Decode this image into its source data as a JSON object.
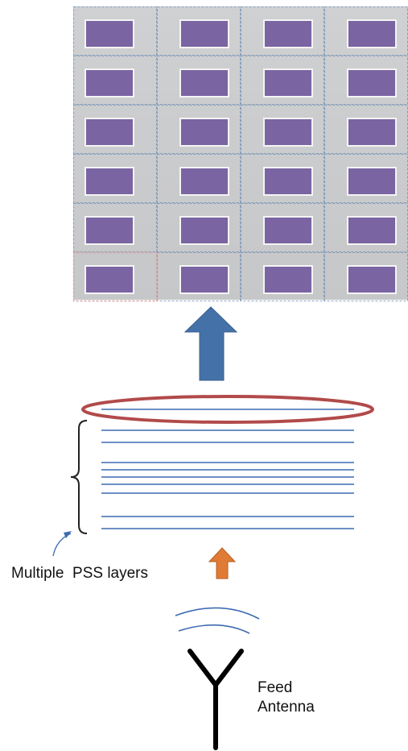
{
  "labels": {
    "pss_layers": "Multiple  PSS layers",
    "feed_line1": "Feed",
    "feed_line2": "Antenna"
  },
  "array": {
    "columns": 4,
    "rows": 6,
    "highlighted_cell": {
      "row": 6,
      "column": 1
    }
  },
  "pss_layers": {
    "line_count": 10,
    "highlighted_line": 1
  },
  "colors": {
    "grid_background": "#c9cacc",
    "grid_lines": "#6f8fb4",
    "patch": "#7a64a2",
    "highlight_cell_border": "#d9a2a2",
    "big_arrow": "#4472a8",
    "small_arrow": "#e07b35",
    "pss_lines": "#3d6bb0",
    "ellipse": "#b24a4a",
    "antenna": "#000000"
  },
  "icons": [
    "upward-arrow",
    "curly-bracket",
    "feed-antenna-symbol",
    "radiation-wave-arcs"
  ]
}
